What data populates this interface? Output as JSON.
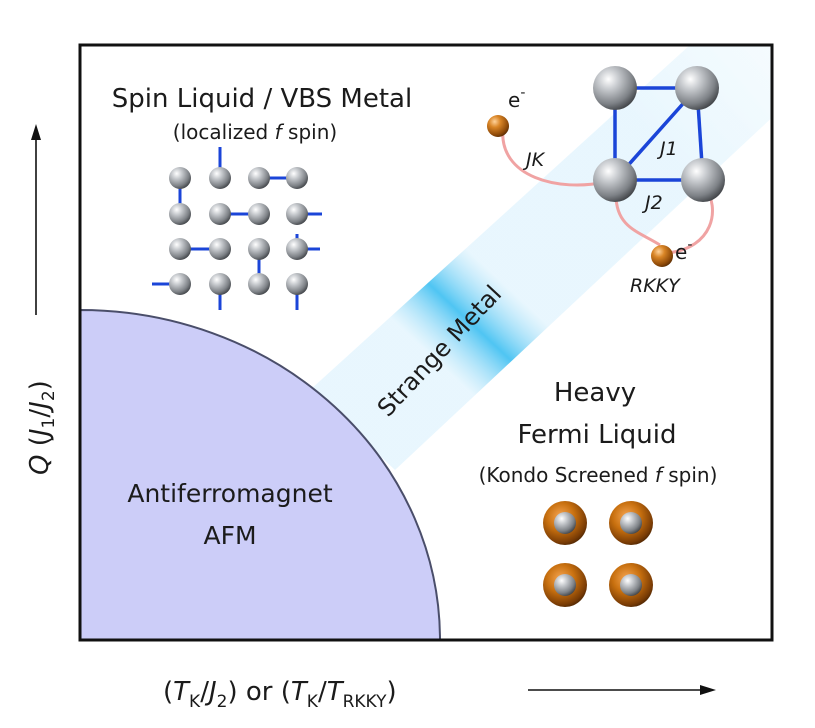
{
  "axes": {
    "y_label": {
      "q": "Q",
      "open": " (",
      "j": "J",
      "sub1": "1",
      "slash": "/",
      "sub2": "2",
      "close": ")"
    },
    "x_label": {
      "p1": "(",
      "tk": "T",
      "k": "K",
      "s1": "/",
      "j": "J",
      "two": "2",
      "p2": ") or (",
      "tk2": "T",
      "k2": "K",
      "s2": "/",
      "t": "T",
      "rkky": "RKKY",
      "p3": ")"
    }
  },
  "regions": {
    "spin_liquid": {
      "title": "Spin Liquid / VBS Metal",
      "sub_a": "(localized ",
      "sub_f": "f",
      "sub_b": " spin)"
    },
    "strange_metal": {
      "label": "Strange Metal"
    },
    "heavy_fermi": {
      "line1": "Heavy",
      "line2": "Fermi Liquid",
      "sub_a": "(Kondo Screened ",
      "sub_f": "f",
      "sub_b": " spin)"
    },
    "afm": {
      "line1": "Antiferromagnet",
      "line2": "AFM"
    }
  },
  "inset": {
    "electron_top": {
      "e": "e",
      "sup": "-"
    },
    "electron_bottom": {
      "e": "e",
      "sup": "-"
    },
    "jk": "JK",
    "j1": "J1",
    "j2": "J2",
    "rkky": "RKKY"
  },
  "colors": {
    "afm_fill": "#cccdf8",
    "afm_edge": "#4a4e6a",
    "beam": "#46c2f2",
    "bond": "#1b45d8",
    "coupling": "#f0a3a3",
    "spin_atom": "#a7aaae",
    "electron": "#c8700f"
  }
}
